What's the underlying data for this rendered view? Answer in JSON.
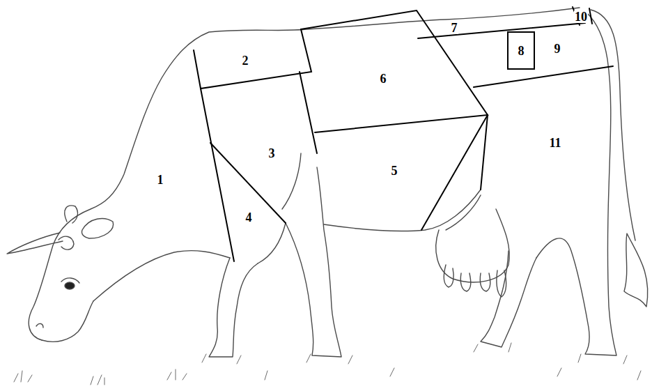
{
  "diagram": {
    "nodes": [
      {
        "text": [
          "8"
        ]
      }
    ],
    "labels": [
      "1",
      "2",
      "3",
      "4",
      "5",
      "6",
      "7",
      "9",
      "10",
      "11"
    ]
  }
}
